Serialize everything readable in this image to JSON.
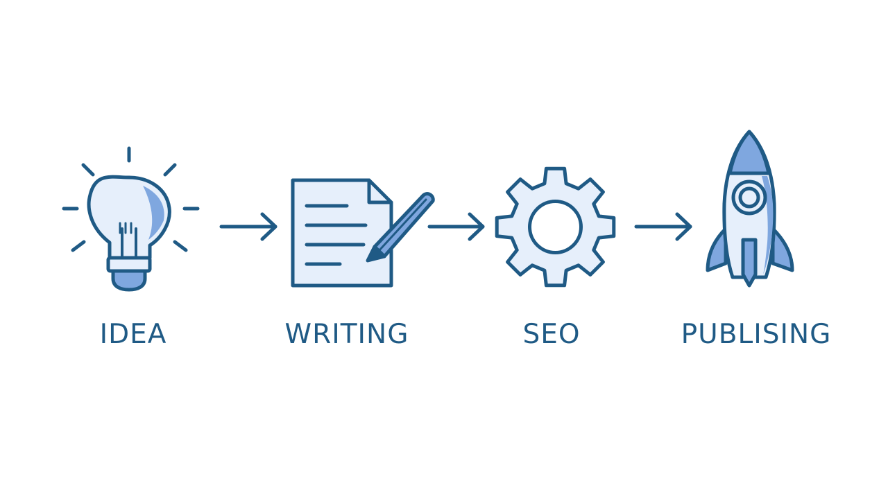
{
  "colors": {
    "stroke": "#1f5a85",
    "fill_light": "#e6effb",
    "fill_mid": "#7fa7df",
    "label": "#1f5a85"
  },
  "steps": [
    {
      "label": "IDEA",
      "icon": "lightbulb-icon"
    },
    {
      "label": "WRITING",
      "icon": "document-pencil-icon"
    },
    {
      "label": "SEO",
      "icon": "gear-icon"
    },
    {
      "label": "PUBLISING",
      "icon": "rocket-icon"
    }
  ],
  "connectors": [
    {
      "from": "IDEA",
      "to": "WRITING"
    },
    {
      "from": "WRITING",
      "to": "SEO"
    },
    {
      "from": "SEO",
      "to": "PUBLISING"
    }
  ]
}
